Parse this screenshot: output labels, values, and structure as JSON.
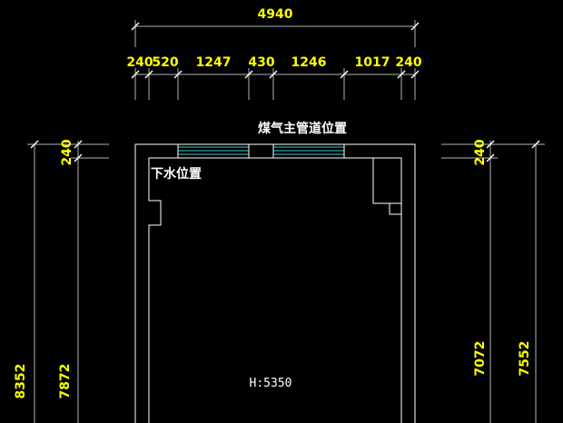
{
  "top_dimensions": {
    "overall": "4940",
    "segments": [
      "240",
      "520",
      "1247",
      "430",
      "1246",
      "1017",
      "240"
    ]
  },
  "left_dimensions": {
    "outer": "8352",
    "inner": "7872",
    "wall_top": "240"
  },
  "right_dimensions": {
    "outer": "7552",
    "inner": "7072",
    "wall_top": "240"
  },
  "labels": {
    "gas_pipe": "煤气主管道位置",
    "drain": "下水位置",
    "height": "H:5350"
  },
  "colors": {
    "background": "#000000",
    "dimension_text": "#ffff00",
    "wall": "#ffffff",
    "window": "#3ec7c7"
  }
}
